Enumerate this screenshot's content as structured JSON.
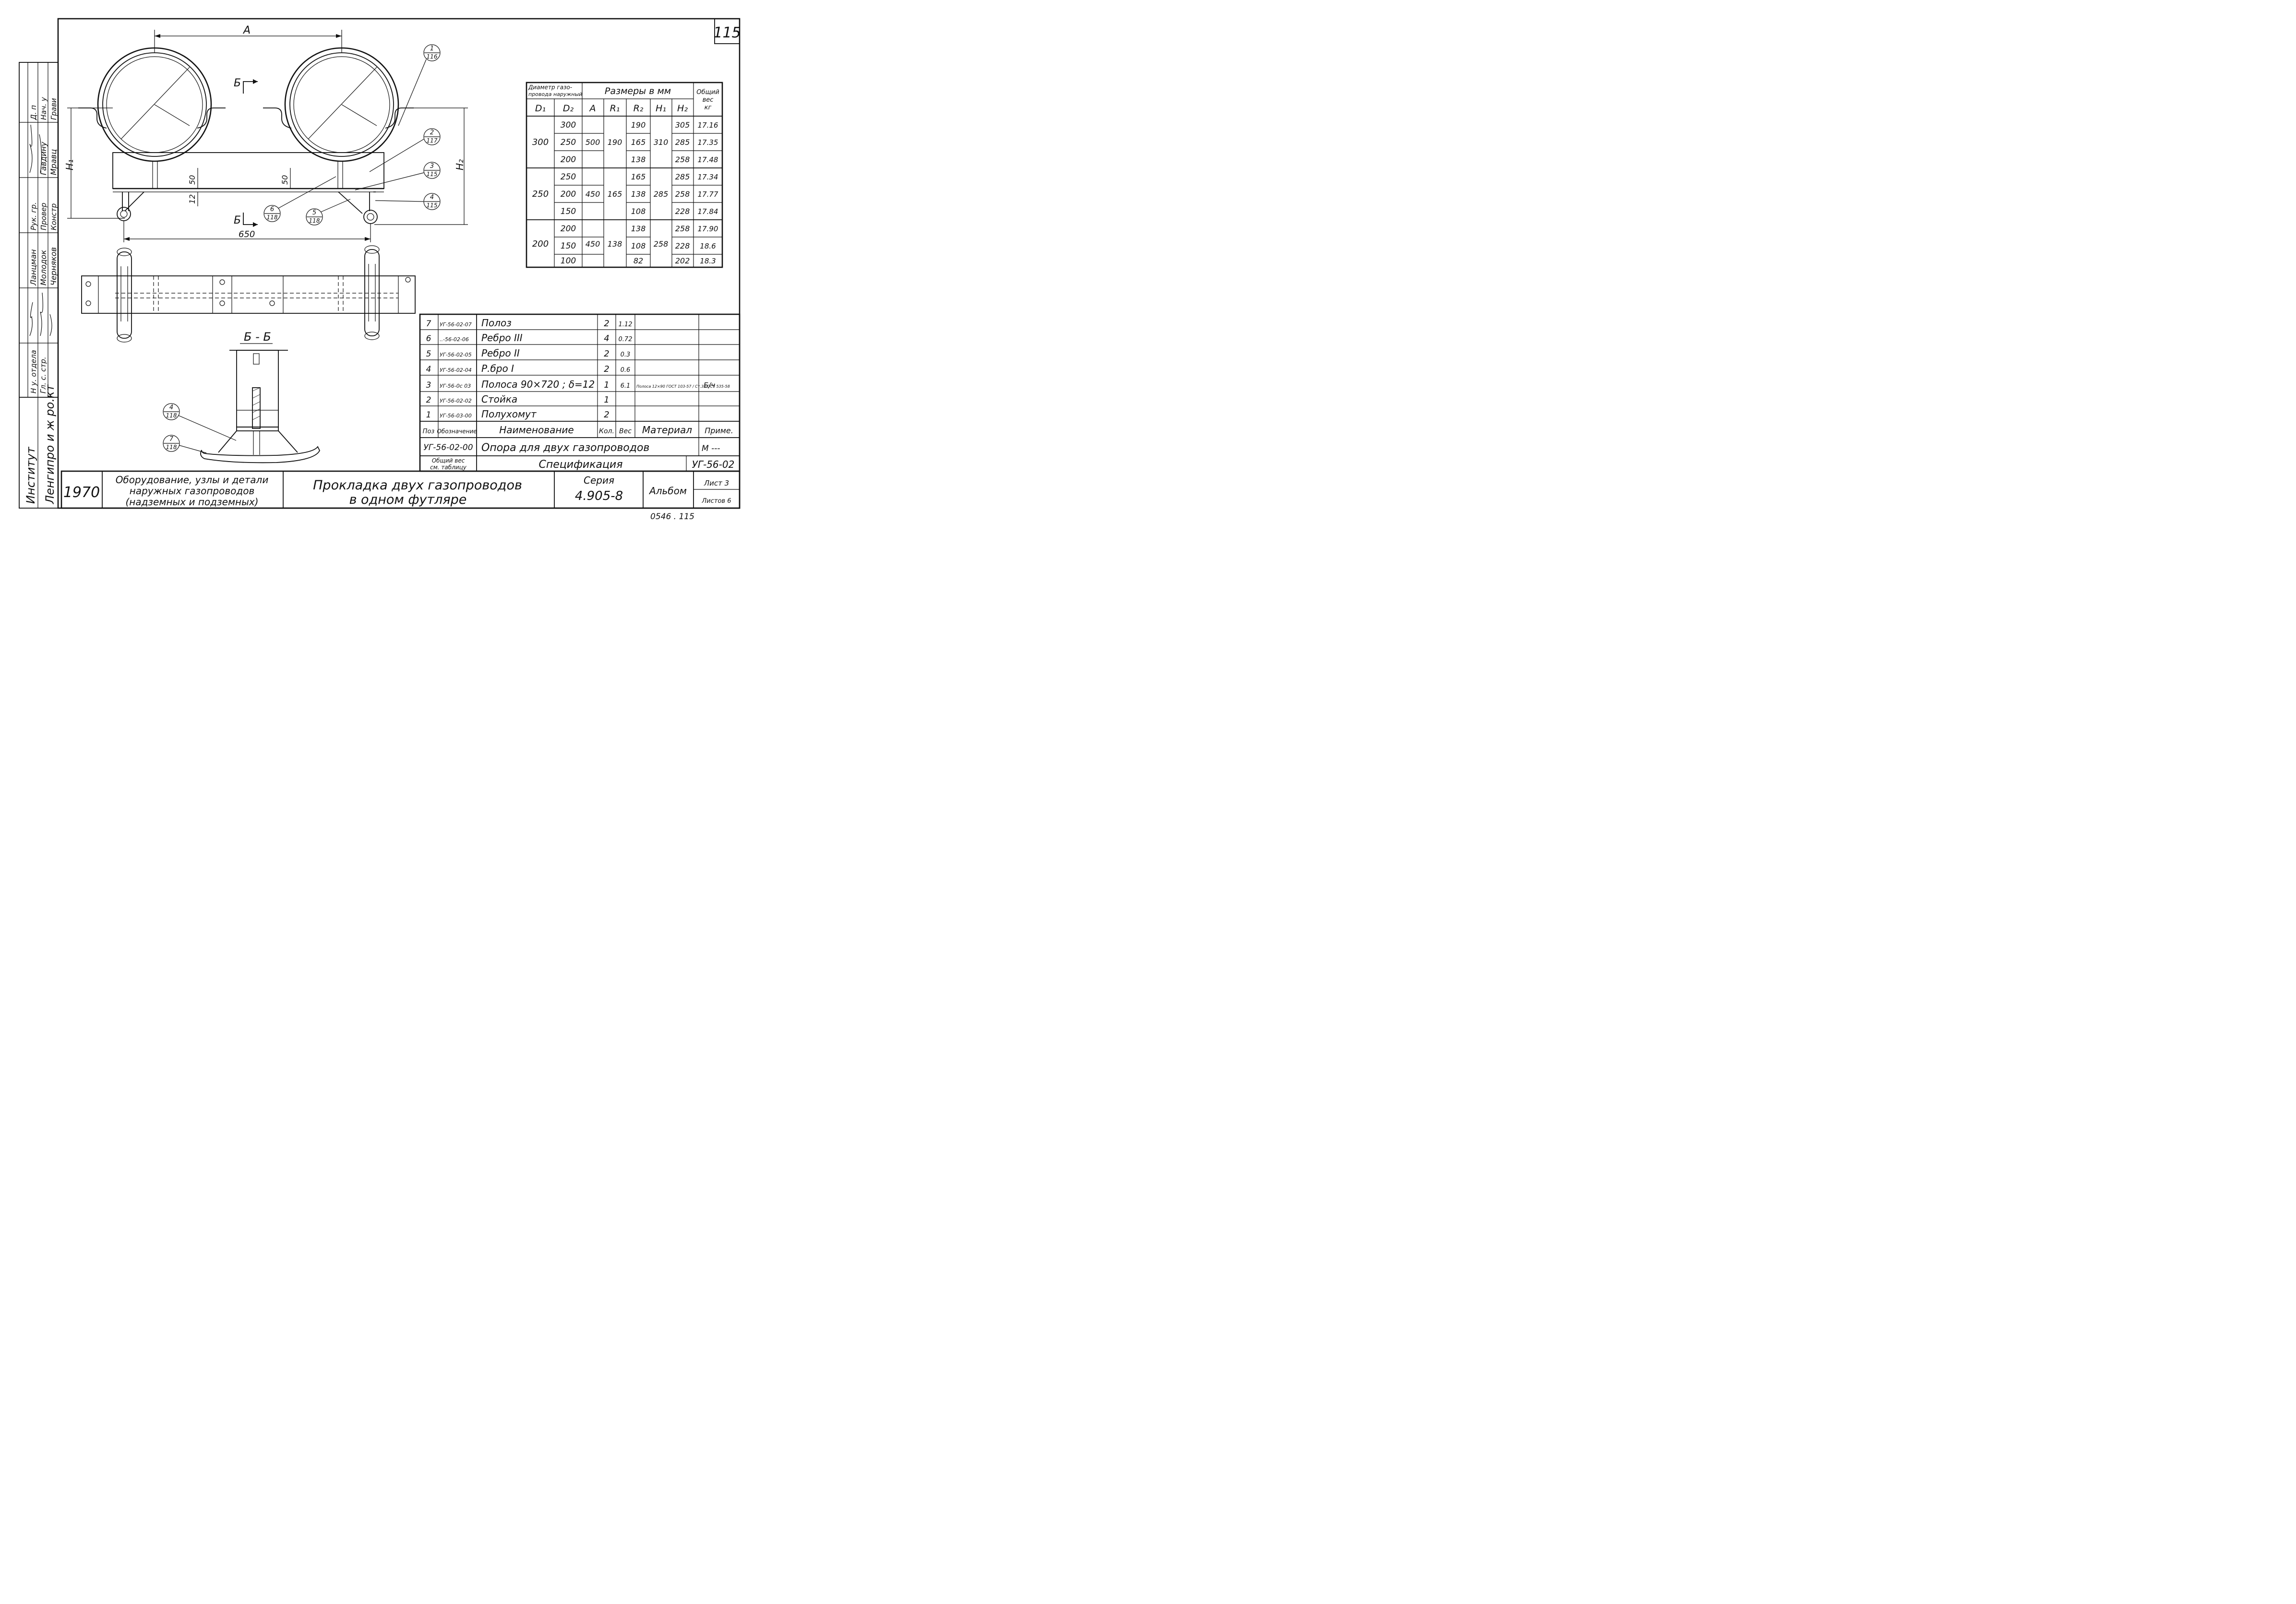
{
  "sheet_number": "115",
  "drawing": {
    "dim_A": "A",
    "dim_650": "650",
    "dim_50_left": "50",
    "dim_50_right": "50",
    "dim_12": "12",
    "dim_H1": "H₁",
    "dim_H2": "H₂",
    "section_mark": "Б",
    "section_mark_bottom": "Б",
    "section_title": "Б - Б",
    "callouts": [
      {
        "num": "1",
        "sheet": "116"
      },
      {
        "num": "2",
        "sheet": "117"
      },
      {
        "num": "3",
        "sheet": "115"
      },
      {
        "num": "4",
        "sheet": "115"
      },
      {
        "num": "5",
        "sheet": "118"
      },
      {
        "num": "6",
        "sheet": "118"
      },
      {
        "num": "4",
        "sheet": "118"
      },
      {
        "num": "7",
        "sheet": "118"
      }
    ]
  },
  "dim_table": {
    "hdr_diam": "Диаметр газо-",
    "hdr_diam2": "провода наружный",
    "hdr_sizes": "Размеры в мм",
    "hdr_weight1": "Общий",
    "hdr_weight2": "вес",
    "hdr_weight3": "кг",
    "sub": [
      "D₁",
      "D₂",
      "A",
      "R₁",
      "R₂",
      "H₁",
      "H₂"
    ],
    "groups": [
      {
        "d1": "300",
        "a": "500",
        "r1": "190",
        "h1": "310",
        "rows": [
          {
            "d2": "300",
            "r2": "190",
            "h2": "305",
            "w": "17.16"
          },
          {
            "d2": "250",
            "r2": "165",
            "h2": "285",
            "w": "17.35"
          },
          {
            "d2": "200",
            "r2": "138",
            "h2": "258",
            "w": "17.48"
          }
        ]
      },
      {
        "d1": "250",
        "a": "450",
        "r1": "165",
        "h1": "285",
        "rows": [
          {
            "d2": "250",
            "r2": "165",
            "h2": "285",
            "w": "17.34"
          },
          {
            "d2": "200",
            "r2": "138",
            "h2": "258",
            "w": "17.77"
          },
          {
            "d2": "150",
            "r2": "108",
            "h2": "228",
            "w": "17.84"
          }
        ]
      },
      {
        "d1": "200",
        "a": "450",
        "r1": "138",
        "h1": "258",
        "rows": [
          {
            "d2": "200",
            "r2": "138",
            "h2": "258",
            "w": "17.90"
          },
          {
            "d2": "150",
            "r2": "108",
            "h2": "228",
            "w": "18.6"
          },
          {
            "d2": "100",
            "r2": "82",
            "h2": "202",
            "w": "18.3"
          }
        ]
      }
    ]
  },
  "spec": {
    "rows": [
      {
        "pos": "7",
        "code": "УГ-56-02-07",
        "name": "Полоз",
        "qty": "2",
        "weight": "1.12",
        "material": "",
        "note": ""
      },
      {
        "pos": "6",
        "code": "..-56-02-06",
        "name": "Ребро III",
        "qty": "4",
        "weight": "0.72",
        "material": "",
        "note": ""
      },
      {
        "pos": "5",
        "code": "УГ-56-02-05",
        "name": "Ребро II",
        "qty": "2",
        "weight": "0.3",
        "material": "",
        "note": ""
      },
      {
        "pos": "4",
        "code": "УГ-56-02-04",
        "name": "Р.бро I",
        "qty": "2",
        "weight": "0.6",
        "material": "",
        "note": ""
      },
      {
        "pos": "3",
        "code": "УГ-56-0с 03",
        "name": "Полоса 90×720 ; δ=12",
        "qty": "1",
        "weight": "6.1",
        "material": "Полоса 12×90 ГОСТ 103-57 / Ст.3 ГОСТ 535-58",
        "note": "Б/ч"
      },
      {
        "pos": "2",
        "code": "УГ-56-02-02",
        "name": "Стойка",
        "qty": "1",
        "weight": "",
        "material": "",
        "note": ""
      },
      {
        "pos": "1",
        "code": "УГ-56-03-00",
        "name": "Полухомут",
        "qty": "2",
        "weight": "",
        "material": "",
        "note": ""
      }
    ],
    "hdr_pos": "Поз",
    "hdr_code": "Обозначение",
    "hdr_name": "Наименование",
    "hdr_qty": "Кол.",
    "hdr_weight": "Вес",
    "hdr_material": "Материал",
    "hdr_note": "Приме.",
    "assembly_code": "УГ-56-02-00",
    "assembly_name": "Опора для двух газопроводов",
    "assembly_scale": "М ---",
    "total_weight1": "Общий вес",
    "total_weight2": "см. таблицу",
    "spec_title": "Спецификация",
    "doc_code": "УГ-56-02"
  },
  "title_block": {
    "year": "1970",
    "subject_line1": "Оборудование, узлы и детали",
    "subject_line2": "наружных газопроводов",
    "subject_line3": "(надземных и подземных)",
    "title_line1": "Прокладка двух газопроводов",
    "title_line2": "в одном футляре",
    "series_label": "Серия",
    "series_value": "4.905-8",
    "album": "Альбом",
    "sheet_label": "Лист 3",
    "sheets_label": "Листов 6"
  },
  "left_strip": {
    "institute1": "Институт",
    "institute2": "Ленгипро и ж ро.кт",
    "roles": [
      "Н у. отдела",
      "Гл. с. стр.",
      "Рук. гр.",
      "Провер",
      "Констр",
      "Д. п",
      "Нач. у",
      "Грави"
    ],
    "names": [
      "Ланцман",
      "Молодок",
      "Черняков",
      "Гавдину",
      "Мравц"
    ]
  },
  "footer_stamp": "0546 . 115"
}
